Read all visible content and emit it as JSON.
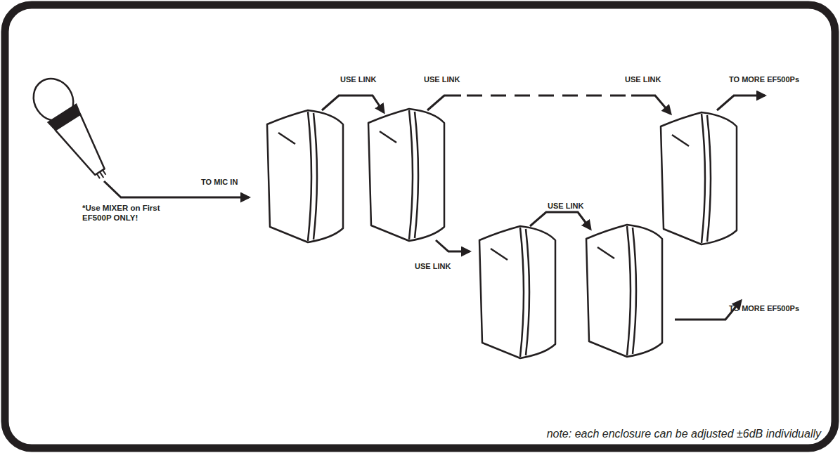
{
  "diagram": {
    "labels": [
      "USE LINK",
      "USE LINK",
      "USE LINK",
      "TO MORE EF500Ps",
      "TO MIC IN",
      "*Use MIXER on First EF500P ONLY!",
      "USE LINK",
      "USE LINK",
      "TO MORE EF500Ps",
      "note: each enclosure can be adjusted ±6dB individually"
    ]
  }
}
